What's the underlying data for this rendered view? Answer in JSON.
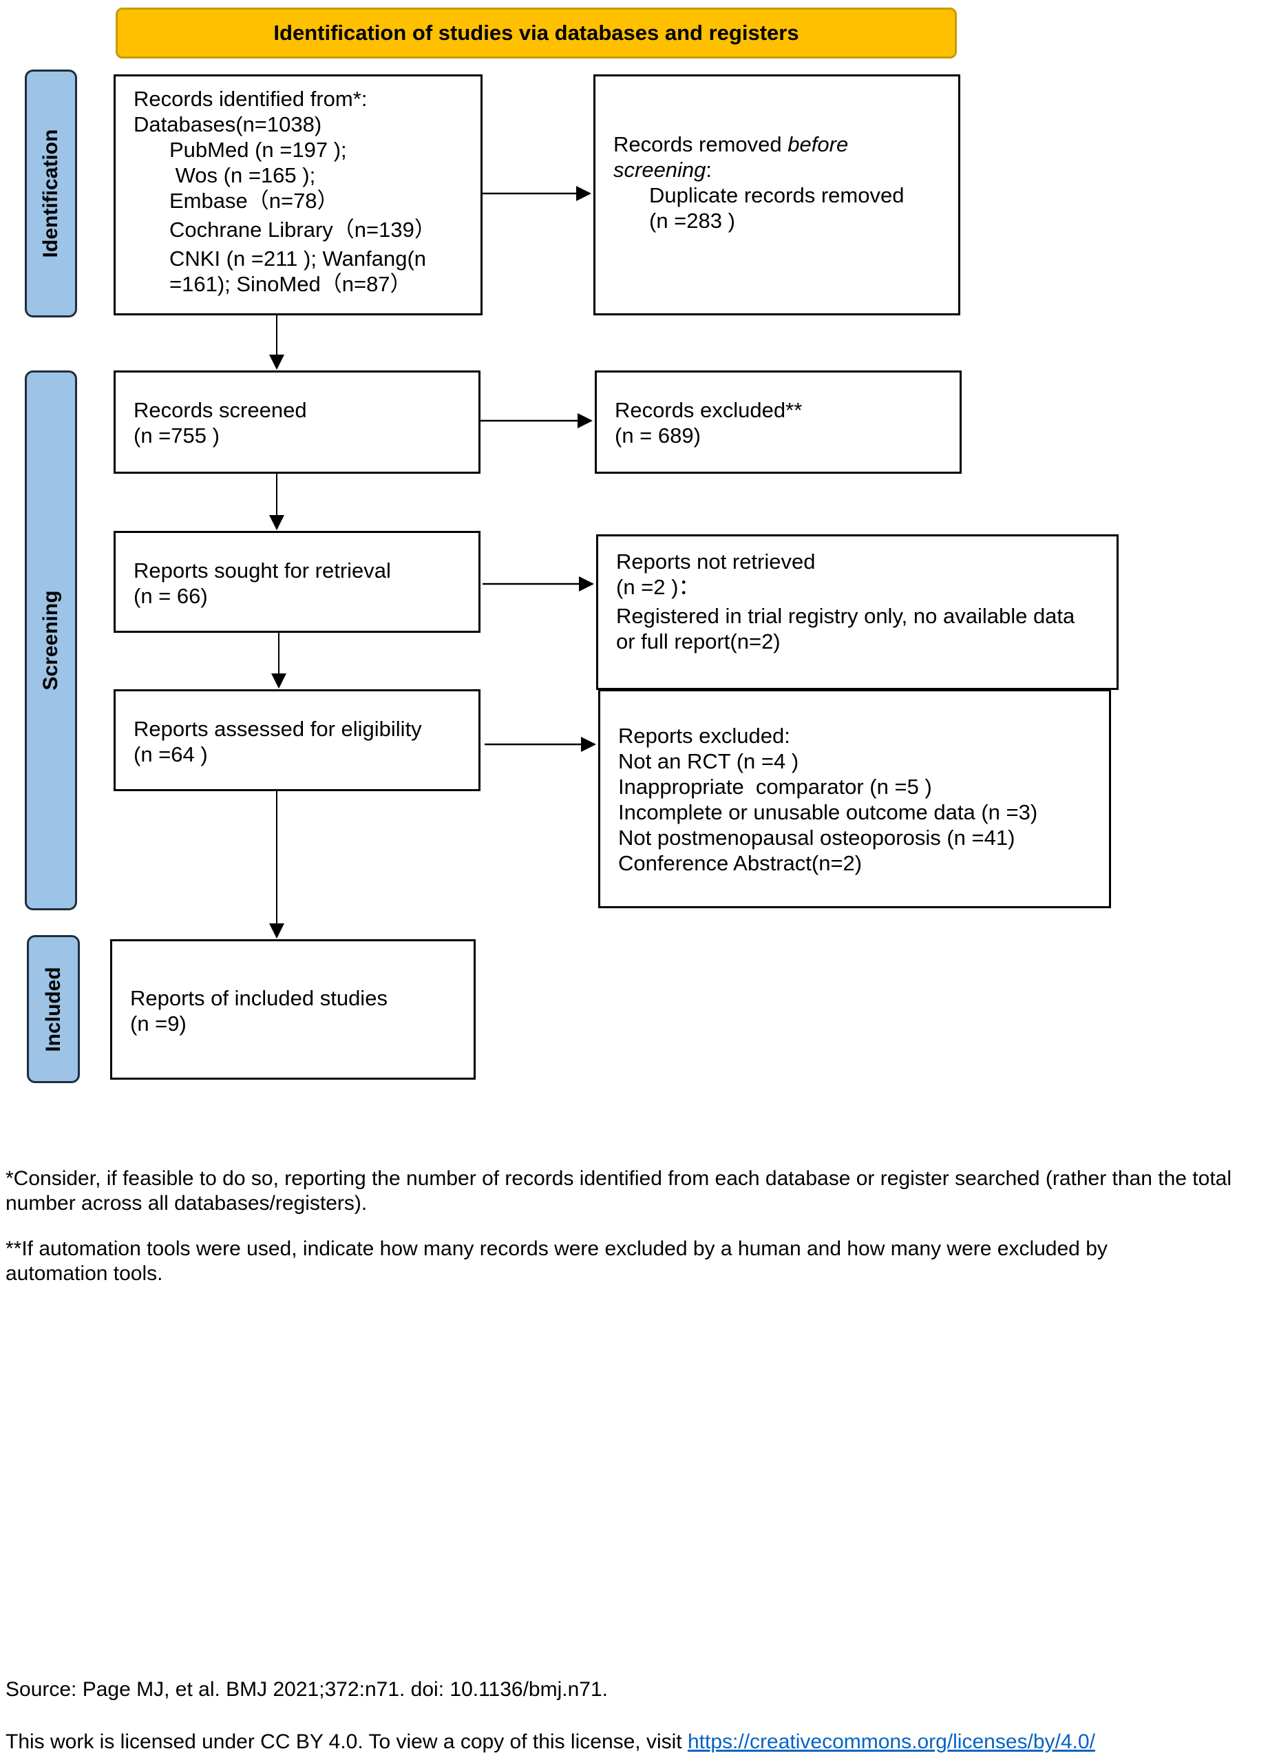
{
  "header": "Identification of studies via databases and registers",
  "phases": {
    "identification": "Identification",
    "screening": "Screening",
    "included": "Included"
  },
  "identified": {
    "lines": [
      "Records identified from*:",
      "Databases(n=1038)",
      "PubMed (n =197 );",
      " Wos (n =165 );",
      "Embase（n=78）",
      "Cochrane Library（n=139）",
      "CNKI (n =211 ); Wanfang(n",
      "=161); SinoMed（n=87）"
    ]
  },
  "removed": {
    "line1_a": "Records removed ",
    "line1_b": "before",
    "line2_a": "screening",
    ":": ":",
    "line3": "Duplicate records removed",
    "line4": "(n =283 )"
  },
  "screened": {
    "label": "Records screened",
    "n": "(n =755 )"
  },
  "excluded": {
    "label": "Records excluded**",
    "n": "(n = 689)"
  },
  "sought": {
    "label": "Reports sought for retrieval",
    "n": "(n = 66)"
  },
  "not_retrieved": {
    "label": "Reports not retrieved",
    "n": "(n =2 )：",
    "reason": "Registered in trial registry only, no available data or full report(n=2)"
  },
  "assessed": {
    "label": "Reports assessed for eligibility",
    "n": "(n =64 )"
  },
  "reports_excluded": {
    "lines": [
      "Reports excluded:",
      "Not an RCT (n =4 )",
      "Inappropriate  comparator (n =5 )",
      "Incomplete or unusable outcome data (n =3)",
      "Not postmenopausal osteoporosis (n =41)",
      "Conference Abstract(n=2)"
    ]
  },
  "included": {
    "label": "Reports of included studies",
    "n": "(n =9)"
  },
  "footnotes": [
    "*Consider, if feasible to do so, reporting the number of records identified from each database or register searched (rather than the total number across all databases/registers).",
    "**If automation tools were used, indicate how many records were excluded by a human and how many were excluded by automation tools."
  ],
  "source": "Source: Page MJ, et al. BMJ 2021;372:n71. doi: 10.1136/bmj.n71.",
  "license": {
    "text": "This work is licensed under CC BY 4.0. To view a copy of this license, visit ",
    "link": "https://creativecommons.org/licenses/by/4.0/"
  },
  "colors": {
    "header": "#FFC000",
    "phase": "#9DC3E6"
  }
}
